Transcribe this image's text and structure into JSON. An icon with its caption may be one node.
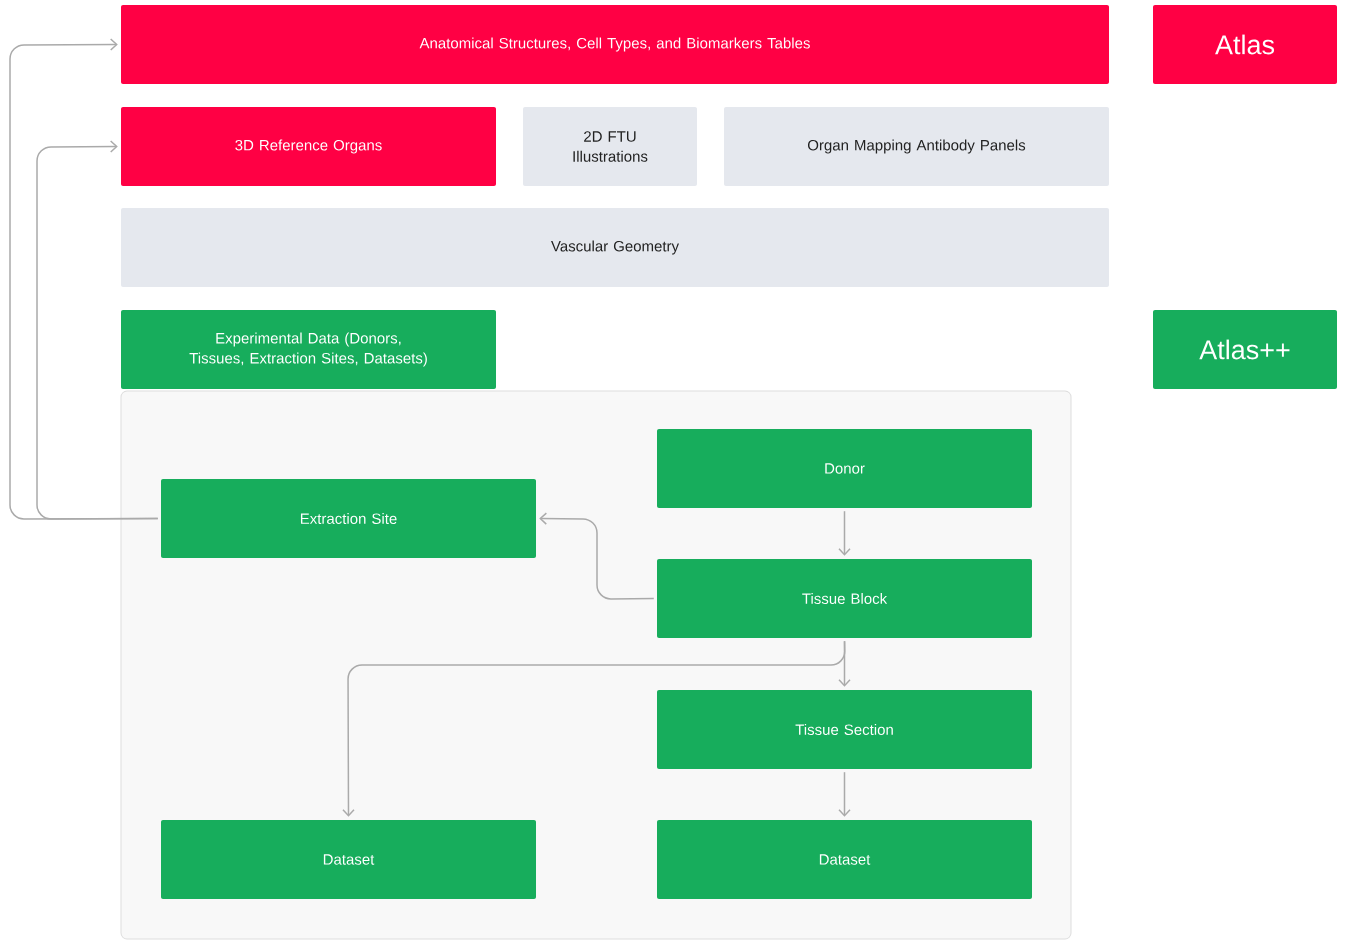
{
  "diagram": {
    "nodes": [
      {
        "text": [
          "Anatomical Structures, Cell Types, and Biomarkers Tables"
        ]
      },
      {
        "text": [
          "Atlas"
        ]
      },
      {
        "text": [
          "3D Reference Organs"
        ]
      },
      {
        "text": [
          "2D FTU Illustrations"
        ]
      },
      {
        "text": [
          "Organ Mapping Antibody Panels"
        ]
      },
      {
        "text": [
          "Vascular Geometry"
        ]
      },
      {
        "text": [
          "Experimental Data (Donors, Tissues, Extraction Sites, Datasets)"
        ]
      },
      {
        "text": [
          "Atlas++"
        ]
      },
      {
        "text": [],
        "shape": "box"
      },
      {
        "text": [
          "Donor"
        ],
        "in": 8
      },
      {
        "text": [
          "Extraction Site"
        ],
        "in": 8
      },
      {
        "text": [
          "Tissue Block"
        ],
        "in": 8
      },
      {
        "text": [
          "Tissue Section"
        ],
        "in": 8
      },
      {
        "text": [
          "Dataset"
        ],
        "in": 8
      },
      {
        "text": [
          "Dataset"
        ],
        "in": 8
      }
    ],
    "edges": [
      {
        "from": 10,
        "to": 0,
        "arrow": "to"
      },
      {
        "from": 10,
        "to": 2,
        "arrow": "to"
      },
      {
        "from": 9,
        "to": 11,
        "arrow": "to"
      },
      {
        "from": 11,
        "to": 10,
        "arrow": "to"
      },
      {
        "from": 11,
        "to": 12,
        "arrow": "to"
      },
      {
        "from": 11,
        "to": 13,
        "arrow": "to"
      },
      {
        "from": 12,
        "to": 14,
        "arrow": "to"
      }
    ]
  }
}
